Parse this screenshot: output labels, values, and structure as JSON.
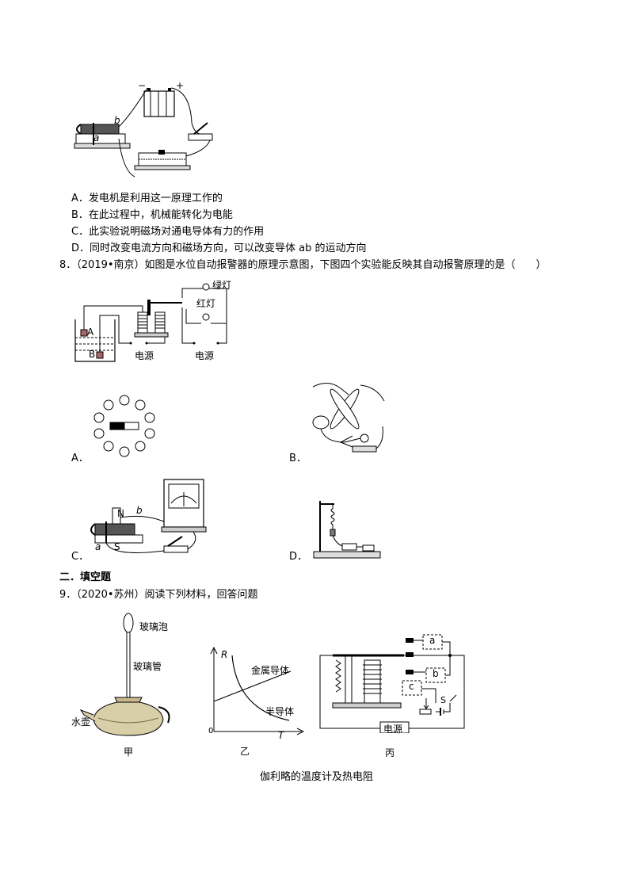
{
  "q7": {
    "figure_labels": {
      "a": "a",
      "b": "b",
      "minus": "−",
      "plus": "+"
    },
    "options": [
      "A．发电机是利用这一原理工作的",
      "B．在此过程中，机械能转化为电能",
      "C．此实验说明磁场对通电导体有力的作用",
      "D．同时改变电流方向和磁场方向，可以改变导体 ab 的运动方向"
    ]
  },
  "q8": {
    "stem": "8．（2019•南京）如图是水位自动报警器的原理示意图，下图四个实验能反映其自动报警原理的是（　　）",
    "figure_labels": {
      "green_lamp": "绿灯",
      "red_lamp": "红灯",
      "A": "A",
      "B": "B",
      "power1": "电源",
      "power2": "电源"
    },
    "option_labels": [
      "A．",
      "B．",
      "C．",
      "D．"
    ],
    "c_labels": {
      "N": "N",
      "S": "S",
      "a": "a",
      "b": "b"
    }
  },
  "section2": {
    "title": "二．填空题"
  },
  "q9": {
    "stem": "9．（2020•苏州）阅读下列材料，回答问题",
    "jia": {
      "bulb": "玻璃泡",
      "tube": "玻璃管",
      "kettle": "水壶",
      "caption": "甲"
    },
    "yi": {
      "R": "R",
      "T": "T",
      "zero": "0",
      "metal": "金属导体",
      "semi": "半导体",
      "caption": "乙"
    },
    "bing": {
      "a": "a",
      "b": "b",
      "c": "c",
      "S": "S",
      "power": "电源",
      "caption": "丙"
    },
    "caption": "伽利略的温度计及热电阻"
  }
}
